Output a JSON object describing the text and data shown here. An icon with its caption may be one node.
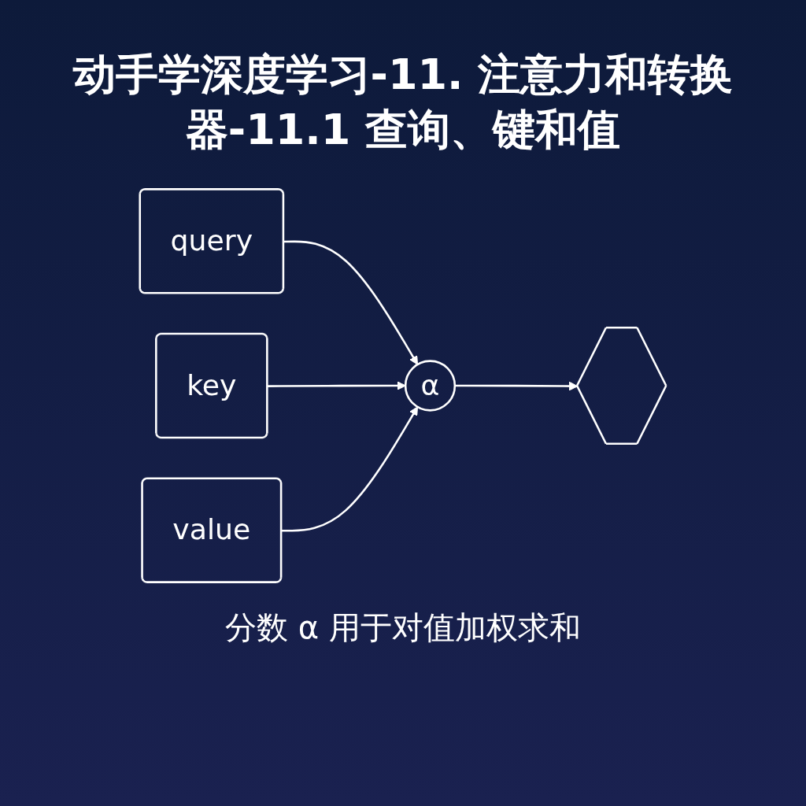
{
  "diagram": {
    "title": "动手学深度学习-11. 注意力和转换器-11.1 查询、键和值",
    "caption": "分数 α 用于对值加权求和",
    "nodes": [
      {
        "text": [
          "query"
        ]
      },
      {
        "text": [
          "key"
        ]
      },
      {
        "text": [
          "value"
        ]
      },
      {
        "text": [
          "α"
        ]
      },
      {
        "text": [],
        "shape": "hexagon"
      }
    ],
    "edges": [
      {
        "from": 0,
        "to": 3,
        "arrow": "to"
      },
      {
        "from": 1,
        "to": 3,
        "arrow": "to"
      },
      {
        "from": 2,
        "to": 3,
        "arrow": "to"
      },
      {
        "from": 3,
        "to": 4,
        "arrow": "to"
      }
    ]
  }
}
